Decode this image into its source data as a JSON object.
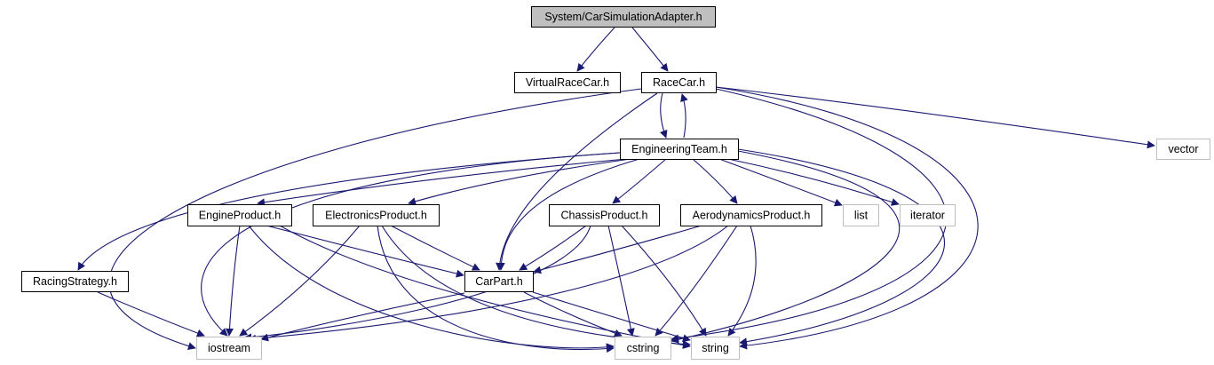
{
  "colors": {
    "edge": "#191970",
    "root_fill": "#bfbfbf",
    "node_border": "#000000",
    "system_border": "#bfbfbf",
    "node_fill": "#ffffff"
  },
  "nodes": [
    {
      "id": "system_carsimulationadapter",
      "label": "System/CarSimulationAdapter.h",
      "kind": "root"
    },
    {
      "id": "virtualracecar",
      "label": "VirtualRaceCar.h",
      "kind": "file"
    },
    {
      "id": "racecar",
      "label": "RaceCar.h",
      "kind": "file"
    },
    {
      "id": "engineeringteam",
      "label": "EngineeringTeam.h",
      "kind": "file"
    },
    {
      "id": "vector",
      "label": "vector",
      "kind": "system"
    },
    {
      "id": "engineproduct",
      "label": "EngineProduct.h",
      "kind": "file"
    },
    {
      "id": "electronicsproduct",
      "label": "ElectronicsProduct.h",
      "kind": "file"
    },
    {
      "id": "chassisproduct",
      "label": "ChassisProduct.h",
      "kind": "file"
    },
    {
      "id": "aerodynamicsproduct",
      "label": "AerodynamicsProduct.h",
      "kind": "file"
    },
    {
      "id": "list",
      "label": "list",
      "kind": "system"
    },
    {
      "id": "iterator",
      "label": "iterator",
      "kind": "system"
    },
    {
      "id": "racingstrategy",
      "label": "RacingStrategy.h",
      "kind": "file"
    },
    {
      "id": "carpart",
      "label": "CarPart.h",
      "kind": "file"
    },
    {
      "id": "iostream",
      "label": "iostream",
      "kind": "system"
    },
    {
      "id": "cstring",
      "label": "cstring",
      "kind": "system"
    },
    {
      "id": "string",
      "label": "string",
      "kind": "system"
    }
  ],
  "edges": [
    {
      "from": "system_carsimulationadapter",
      "to": "virtualracecar"
    },
    {
      "from": "system_carsimulationadapter",
      "to": "racecar"
    },
    {
      "from": "racecar",
      "to": "engineeringteam"
    },
    {
      "from": "engineeringteam",
      "to": "racecar"
    },
    {
      "from": "racecar",
      "to": "vector"
    },
    {
      "from": "racecar",
      "to": "iostream"
    },
    {
      "from": "racecar",
      "to": "carpart"
    },
    {
      "from": "racecar",
      "to": "cstring"
    },
    {
      "from": "racecar",
      "to": "string"
    },
    {
      "from": "engineeringteam",
      "to": "racingstrategy"
    },
    {
      "from": "engineeringteam",
      "to": "iostream"
    },
    {
      "from": "engineeringteam",
      "to": "engineproduct"
    },
    {
      "from": "engineeringteam",
      "to": "electronicsproduct"
    },
    {
      "from": "engineeringteam",
      "to": "carpart"
    },
    {
      "from": "engineeringteam",
      "to": "chassisproduct"
    },
    {
      "from": "engineeringteam",
      "to": "aerodynamicsproduct"
    },
    {
      "from": "engineeringteam",
      "to": "list"
    },
    {
      "from": "engineeringteam",
      "to": "iterator"
    },
    {
      "from": "engineeringteam",
      "to": "cstring"
    },
    {
      "from": "engineeringteam",
      "to": "string"
    },
    {
      "from": "engineproduct",
      "to": "carpart"
    },
    {
      "from": "engineproduct",
      "to": "iostream"
    },
    {
      "from": "engineproduct",
      "to": "cstring"
    },
    {
      "from": "engineproduct",
      "to": "string"
    },
    {
      "from": "electronicsproduct",
      "to": "carpart"
    },
    {
      "from": "electronicsproduct",
      "to": "iostream"
    },
    {
      "from": "electronicsproduct",
      "to": "cstring"
    },
    {
      "from": "electronicsproduct",
      "to": "string"
    },
    {
      "from": "chassisproduct",
      "to": "carpart"
    },
    {
      "from": "chassisproduct",
      "to": "iostream"
    },
    {
      "from": "chassisproduct",
      "to": "cstring"
    },
    {
      "from": "chassisproduct",
      "to": "string"
    },
    {
      "from": "aerodynamicsproduct",
      "to": "carpart"
    },
    {
      "from": "aerodynamicsproduct",
      "to": "iostream"
    },
    {
      "from": "aerodynamicsproduct",
      "to": "cstring"
    },
    {
      "from": "aerodynamicsproduct",
      "to": "string"
    },
    {
      "from": "racingstrategy",
      "to": "iostream"
    },
    {
      "from": "carpart",
      "to": "iostream"
    },
    {
      "from": "carpart",
      "to": "cstring"
    },
    {
      "from": "carpart",
      "to": "string"
    }
  ]
}
